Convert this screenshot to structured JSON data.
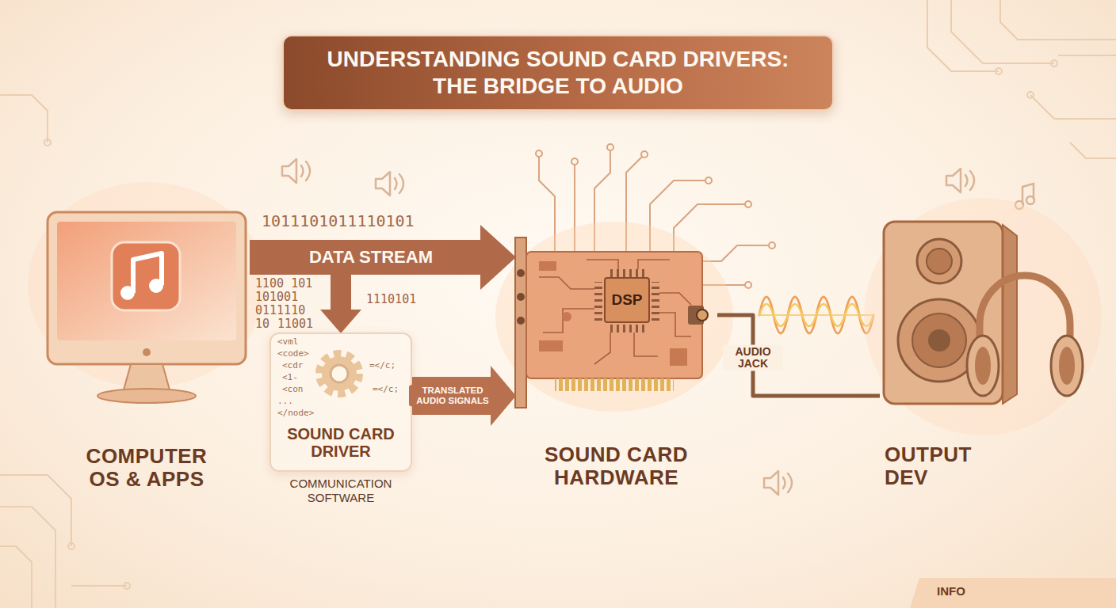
{
  "diagram": {
    "title": "UNDERSTANDING SOUND CARD DRIVERS: THE BRIDGE TO AUDIO",
    "nodes": [
      {
        "text": [
          "COMPUTER OS & APPS"
        ]
      },
      {
        "text": [
          "SOUND CARD DRIVER",
          "COMMUNICATION SOFTWARE"
        ]
      },
      {
        "text": [
          "SOUND CARD HARDWARE"
        ]
      },
      {
        "text": [
          "DSP"
        ],
        "in": 2
      },
      {
        "text": [
          "OUTPUT DEV"
        ]
      }
    ],
    "edges": [
      {
        "from": 0,
        "to": 2,
        "arrow": "to",
        "label": "DATA STREAM"
      },
      {
        "from": 0,
        "to": 1,
        "arrow": "to"
      },
      {
        "from": 1,
        "to": 2,
        "arrow": "to",
        "label": "TRANSLATED AUDIO SIGNALS"
      },
      {
        "from": 2,
        "to": 4,
        "arrow": "none",
        "label": "AUDIO JACK"
      }
    ],
    "labels": [
      "1011101011110101",
      "1100 101",
      "101001",
      "0111110",
      "10",
      "11001",
      "1110101",
      "<vml",
      "<code>",
      "<cdr",
      "=</c;",
      "<1-",
      "<con",
      "=</c;",
      "...",
      "</node>",
      "INFO"
    ]
  }
}
